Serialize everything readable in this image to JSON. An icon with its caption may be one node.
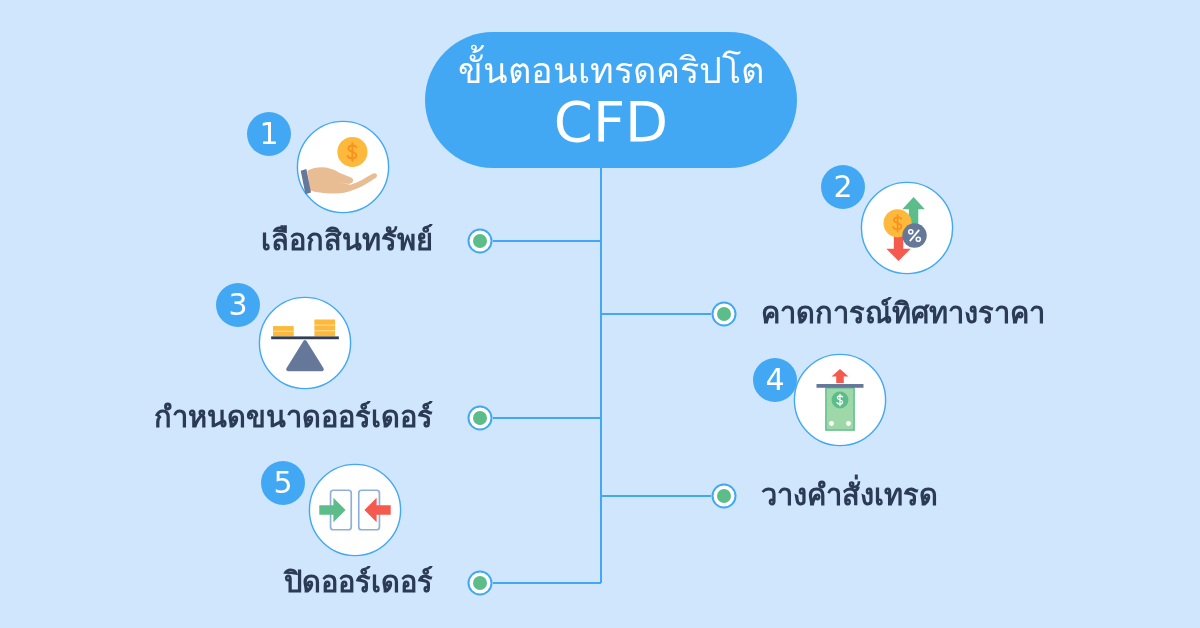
{
  "diagram": {
    "nodes": [
      {
        "text": [
          "ขั้นตอนเทรดคริปโต",
          "CFD"
        ]
      },
      {
        "text": [
          "1"
        ]
      },
      {
        "text": [],
        "shape": "picture"
      },
      {
        "text": [
          "เลือกสินทรัพย์"
        ]
      },
      {
        "text": [
          "2"
        ]
      },
      {
        "text": [],
        "shape": "picture"
      },
      {
        "text": [
          "คาดการณ์ทิศทางราคา"
        ]
      },
      {
        "text": [
          "3"
        ]
      },
      {
        "text": [],
        "shape": "picture"
      },
      {
        "text": [
          "กำหนดขนาดออร์เดอร์"
        ]
      },
      {
        "text": [
          "4"
        ]
      },
      {
        "text": [],
        "shape": "picture"
      },
      {
        "text": [
          "วางคำสั่งเทรด"
        ]
      },
      {
        "text": [
          "5"
        ]
      },
      {
        "text": [],
        "shape": "picture"
      },
      {
        "text": [
          "ปิดออร์เดอร์"
        ]
      }
    ],
    "edges": [
      {
        "from": 0,
        "to": 3,
        "arrow": "none"
      },
      {
        "from": 0,
        "to": 6,
        "arrow": "none"
      },
      {
        "from": 0,
        "to": 9,
        "arrow": "none"
      },
      {
        "from": 0,
        "to": 12,
        "arrow": "none"
      },
      {
        "from": 0,
        "to": 15,
        "arrow": "none"
      }
    ]
  }
}
